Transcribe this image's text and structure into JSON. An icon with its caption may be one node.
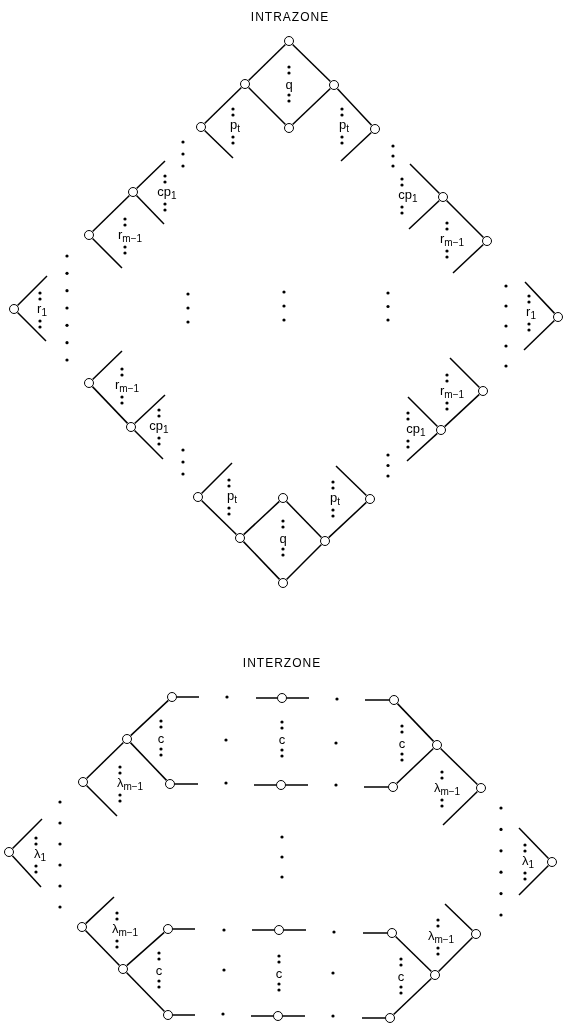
{
  "diagram": {
    "nodes": [
      {
        "text": [],
        "shape": "circle"
      },
      {
        "text": [],
        "shape": "circle"
      },
      {
        "text": [],
        "shape": "circle"
      },
      {
        "text": [],
        "shape": "circle"
      },
      {
        "text": [],
        "shape": "circle"
      },
      {
        "text": [],
        "shape": "circle"
      },
      {
        "text": [],
        "shape": "circle"
      },
      {
        "text": [],
        "shape": "circle"
      },
      {
        "text": [],
        "shape": "circle"
      },
      {
        "text": [],
        "shape": "circle"
      },
      {
        "text": [],
        "shape": "circle"
      },
      {
        "text": [],
        "shape": "circle"
      },
      {
        "text": [],
        "shape": "circle"
      },
      {
        "text": [],
        "shape": "circle"
      },
      {
        "text": [],
        "shape": "circle"
      },
      {
        "text": [],
        "shape": "circle"
      },
      {
        "text": [],
        "shape": "circle"
      },
      {
        "text": [],
        "shape": "circle"
      },
      {
        "text": [],
        "shape": "circle"
      },
      {
        "text": [],
        "shape": "circle"
      },
      {
        "text": [],
        "shape": "circle"
      },
      {
        "text": [],
        "shape": "circle"
      },
      {
        "text": [],
        "shape": "circle"
      },
      {
        "text": [],
        "shape": "circle"
      },
      {
        "text": [],
        "shape": "circle"
      },
      {
        "text": [],
        "shape": "circle"
      },
      {
        "text": [],
        "shape": "circle"
      },
      {
        "text": [],
        "shape": "circle"
      },
      {
        "text": [],
        "shape": "circle"
      },
      {
        "text": [],
        "shape": "circle"
      },
      {
        "text": [],
        "shape": "circle"
      },
      {
        "text": [],
        "shape": "circle"
      },
      {
        "text": [],
        "shape": "circle"
      },
      {
        "text": [],
        "shape": "circle"
      },
      {
        "text": [],
        "shape": "circle"
      },
      {
        "text": [],
        "shape": "circle"
      },
      {
        "text": [],
        "shape": "circle"
      },
      {
        "text": [],
        "shape": "circle"
      },
      {
        "text": [],
        "shape": "circle"
      },
      {
        "text": [],
        "shape": "circle"
      },
      {
        "text": [],
        "shape": "circle"
      },
      {
        "text": [],
        "shape": "circle"
      },
      {
        "text": [],
        "shape": "circle"
      },
      {
        "text": [],
        "shape": "circle"
      }
    ],
    "edges": [
      {
        "from": 0,
        "to": 1,
        "arrow": "none"
      },
      {
        "from": 0,
        "to": 2,
        "arrow": "none"
      },
      {
        "from": 1,
        "to": 4,
        "arrow": "none"
      },
      {
        "from": 2,
        "to": 4,
        "arrow": "none"
      },
      {
        "from": 1,
        "to": 3,
        "arrow": "none"
      },
      {
        "from": 2,
        "to": 5,
        "arrow": "none"
      },
      {
        "from": 3,
        "to": null,
        "arrow": "none"
      },
      {
        "from": 5,
        "to": null,
        "arrow": "none"
      },
      {
        "from": 6,
        "to": null,
        "arrow": "none"
      },
      {
        "from": 6,
        "to": 8,
        "arrow": "none"
      },
      {
        "from": 6,
        "to": null,
        "arrow": "none"
      },
      {
        "from": 8,
        "to": null,
        "arrow": "none"
      },
      {
        "from": 7,
        "to": null,
        "arrow": "none"
      },
      {
        "from": 7,
        "to": 9,
        "arrow": "none"
      },
      {
        "from": 7,
        "to": null,
        "arrow": "none"
      },
      {
        "from": 9,
        "to": null,
        "arrow": "none"
      },
      {
        "from": 10,
        "to": null,
        "arrow": "none"
      },
      {
        "from": 10,
        "to": null,
        "arrow": "none"
      },
      {
        "from": 11,
        "to": null,
        "arrow": "none"
      },
      {
        "from": 11,
        "to": null,
        "arrow": "none"
      },
      {
        "from": 12,
        "to": null,
        "arrow": "none"
      },
      {
        "from": 12,
        "to": 14,
        "arrow": "none"
      },
      {
        "from": 14,
        "to": null,
        "arrow": "none"
      },
      {
        "from": 14,
        "to": null,
        "arrow": "none"
      },
      {
        "from": 13,
        "to": null,
        "arrow": "none"
      },
      {
        "from": 13,
        "to": 15,
        "arrow": "none"
      },
      {
        "from": 15,
        "to": null,
        "arrow": "none"
      },
      {
        "from": 15,
        "to": null,
        "arrow": "none"
      },
      {
        "from": 16,
        "to": null,
        "arrow": "none"
      },
      {
        "from": 16,
        "to": 19,
        "arrow": "none"
      },
      {
        "from": 19,
        "to": 17,
        "arrow": "none"
      },
      {
        "from": 17,
        "to": 20,
        "arrow": "none"
      },
      {
        "from": 20,
        "to": 18,
        "arrow": "none"
      },
      {
        "from": 18,
        "to": null,
        "arrow": "none"
      },
      {
        "from": 19,
        "to": 21,
        "arrow": "none"
      },
      {
        "from": 20,
        "to": 21,
        "arrow": "none"
      },
      {
        "from": 22,
        "to": null,
        "arrow": "none"
      },
      {
        "from": 23,
        "to": null,
        "arrow": "none"
      },
      {
        "from": 23,
        "to": null,
        "arrow": "none"
      },
      {
        "from": 24,
        "to": null,
        "arrow": "none"
      },
      {
        "from": 25,
        "to": 22,
        "arrow": "none"
      },
      {
        "from": 27,
        "to": 25,
        "arrow": "none"
      },
      {
        "from": 25,
        "to": 28,
        "arrow": "none"
      },
      {
        "from": 24,
        "to": 26,
        "arrow": "none"
      },
      {
        "from": 26,
        "to": 30,
        "arrow": "none"
      },
      {
        "from": 26,
        "to": 31,
        "arrow": "none"
      },
      {
        "from": 27,
        "to": null,
        "arrow": "none"
      },
      {
        "from": 31,
        "to": null,
        "arrow": "none"
      },
      {
        "from": 28,
        "to": null,
        "arrow": "none"
      },
      {
        "from": 29,
        "to": null,
        "arrow": "none"
      },
      {
        "from": 29,
        "to": null,
        "arrow": "none"
      },
      {
        "from": 30,
        "to": null,
        "arrow": "none"
      },
      {
        "from": 32,
        "to": null,
        "arrow": "none"
      },
      {
        "from": 32,
        "to": null,
        "arrow": "none"
      },
      {
        "from": 33,
        "to": null,
        "arrow": "none"
      },
      {
        "from": 33,
        "to": null,
        "arrow": "none"
      },
      {
        "from": 34,
        "to": null,
        "arrow": "none"
      },
      {
        "from": 38,
        "to": null,
        "arrow": "none"
      },
      {
        "from": 35,
        "to": null,
        "arrow": "none"
      },
      {
        "from": 36,
        "to": null,
        "arrow": "none"
      },
      {
        "from": 36,
        "to": null,
        "arrow": "none"
      },
      {
        "from": 37,
        "to": null,
        "arrow": "none"
      },
      {
        "from": 34,
        "to": 39,
        "arrow": "none"
      },
      {
        "from": 35,
        "to": 39,
        "arrow": "none"
      },
      {
        "from": 39,
        "to": 41,
        "arrow": "none"
      },
      {
        "from": 37,
        "to": 40,
        "arrow": "none"
      },
      {
        "from": 38,
        "to": 40,
        "arrow": "none"
      },
      {
        "from": 40,
        "to": 43,
        "arrow": "none"
      },
      {
        "from": 41,
        "to": null,
        "arrow": "none"
      },
      {
        "from": 42,
        "to": null,
        "arrow": "none"
      },
      {
        "from": 42,
        "to": null,
        "arrow": "none"
      },
      {
        "from": 43,
        "to": null,
        "arrow": "none"
      }
    ],
    "labels": [
      "INTRAZONE",
      "q",
      "p$_{t}$",
      "p$_{t}$",
      "cp$_{1}$",
      "cp$_{1}$",
      "r$_{m−1}$",
      "r$_{m−1}$",
      "r$_{1}$",
      "r$_{1}$",
      "r$_{m−1}$",
      "r$_{m−1}$",
      "cp$_{1}$",
      "cp$_{1}$",
      "p$_{t}$",
      "p$_{t}$",
      "q",
      "INTERZONE",
      "c",
      "c",
      "c",
      "λ$_{m−1}$",
      "λ$_{m−1}$",
      "λ$_{1}$",
      "λ$_{1}$",
      "λ$_{m−1}$",
      "λ$_{m−1}$",
      "c",
      "c",
      "c"
    ]
  }
}
